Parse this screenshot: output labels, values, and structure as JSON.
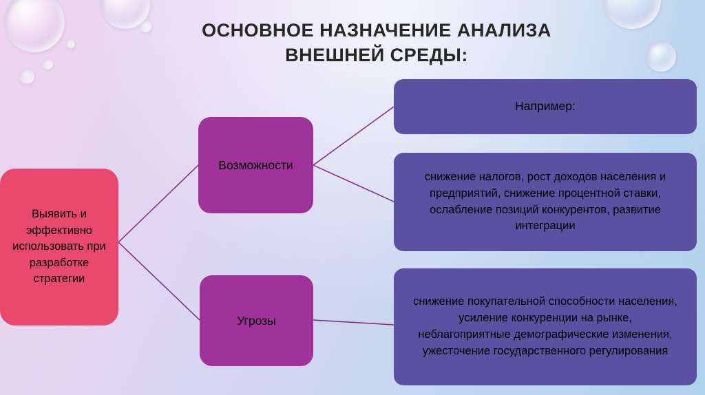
{
  "slide": {
    "title_line1": "ОСНОВНОЕ НАЗНАЧЕНИЕ АНАЛИЗА",
    "title_line2": "ВНЕШНЕЙ СРЕДЫ:"
  },
  "diagram": {
    "source_label": "Выявить и эффективно использовать при разработке стратегии",
    "opportunities_label": "Возможности",
    "threats_label": "Угрозы",
    "examples_header": "Например:",
    "opportunities_examples": "снижение налогов, рост доходов населения и предприятий, снижение процентной ставки, ослабление позиций конкурентов, развитие интеграции",
    "threats_examples": "снижение покупательной способности населения, усиление конкуренции на рынке, неблагоприятные демографические изменения, ужесточение государственного регулирования"
  },
  "colors": {
    "source_box": "#e8486e",
    "category_box": "#a03399",
    "example_box": "#5a51a0",
    "connector_line": "#7a2a7e",
    "title_text": "#262626"
  }
}
